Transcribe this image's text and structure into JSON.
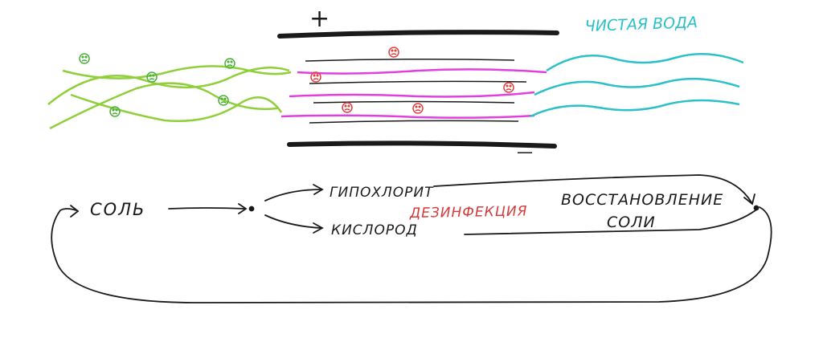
{
  "labels": {
    "clean_water": "ЧИСТАЯ ВОДА",
    "plus_sign": "+",
    "minus_sign": "—",
    "salt": "СОЛЬ",
    "hypochlorite": "ГИПОХЛОРИТ",
    "oxygen": "КИСЛОРОД",
    "disinfection": "ДЕЗИНФЕКЦИЯ",
    "salt_recovery_line1": "ВОССТАНОВЛЕНИЕ",
    "salt_recovery_line2": "СОЛИ"
  },
  "colors": {
    "ink": "#1a1a1a",
    "dirty_water": "#8fcf3a",
    "bacteria_green": "#4caf3a",
    "treated_water": "#e040e0",
    "bacteria_red": "#e04040",
    "clean_water": "#2cc0c8",
    "disinfection_text": "#d43a3a"
  },
  "icons": {
    "microbe": "sad-face-circle"
  }
}
